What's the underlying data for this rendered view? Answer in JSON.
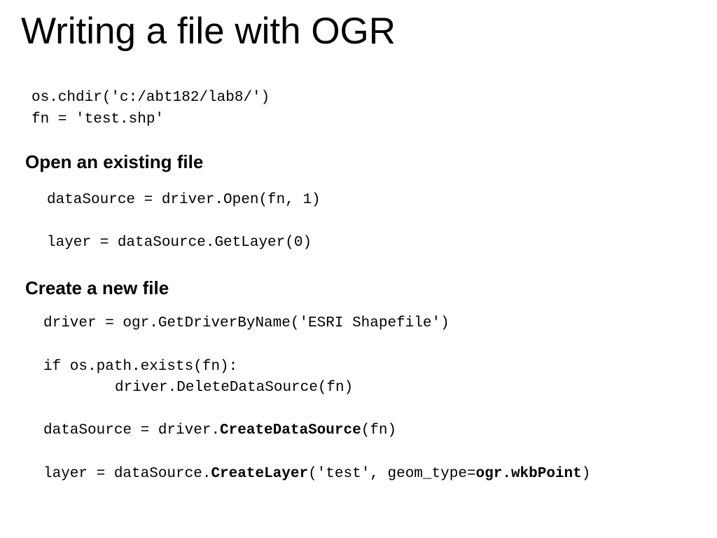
{
  "slide": {
    "title": "Writing a file with OGR",
    "setup": {
      "line1": "os.chdir('c:/abt182/lab8/')",
      "line2": "fn = 'test.shp'"
    },
    "open_section": {
      "heading": "Open an existing file",
      "line1": "dataSource = driver.Open(fn, 1)",
      "line2": "layer = dataSource.GetLayer(0)"
    },
    "create_section": {
      "heading": "Create a new file",
      "line1": "driver = ogr.GetDriverByName('ESRI Shapefile')",
      "line2": "if os.path.exists(fn):",
      "line3": "driver.DeleteDataSource(fn)",
      "line4_prefix": "dataSource = driver.",
      "line4_bold": "CreateDataSource",
      "line4_suffix": "(fn)",
      "line5_prefix": "layer = dataSource.",
      "line5_bold1": "CreateLayer",
      "line5_middle": "('test', geom_type=",
      "line5_bold2": "ogr.wkbPoint",
      "line5_suffix": ")"
    }
  }
}
